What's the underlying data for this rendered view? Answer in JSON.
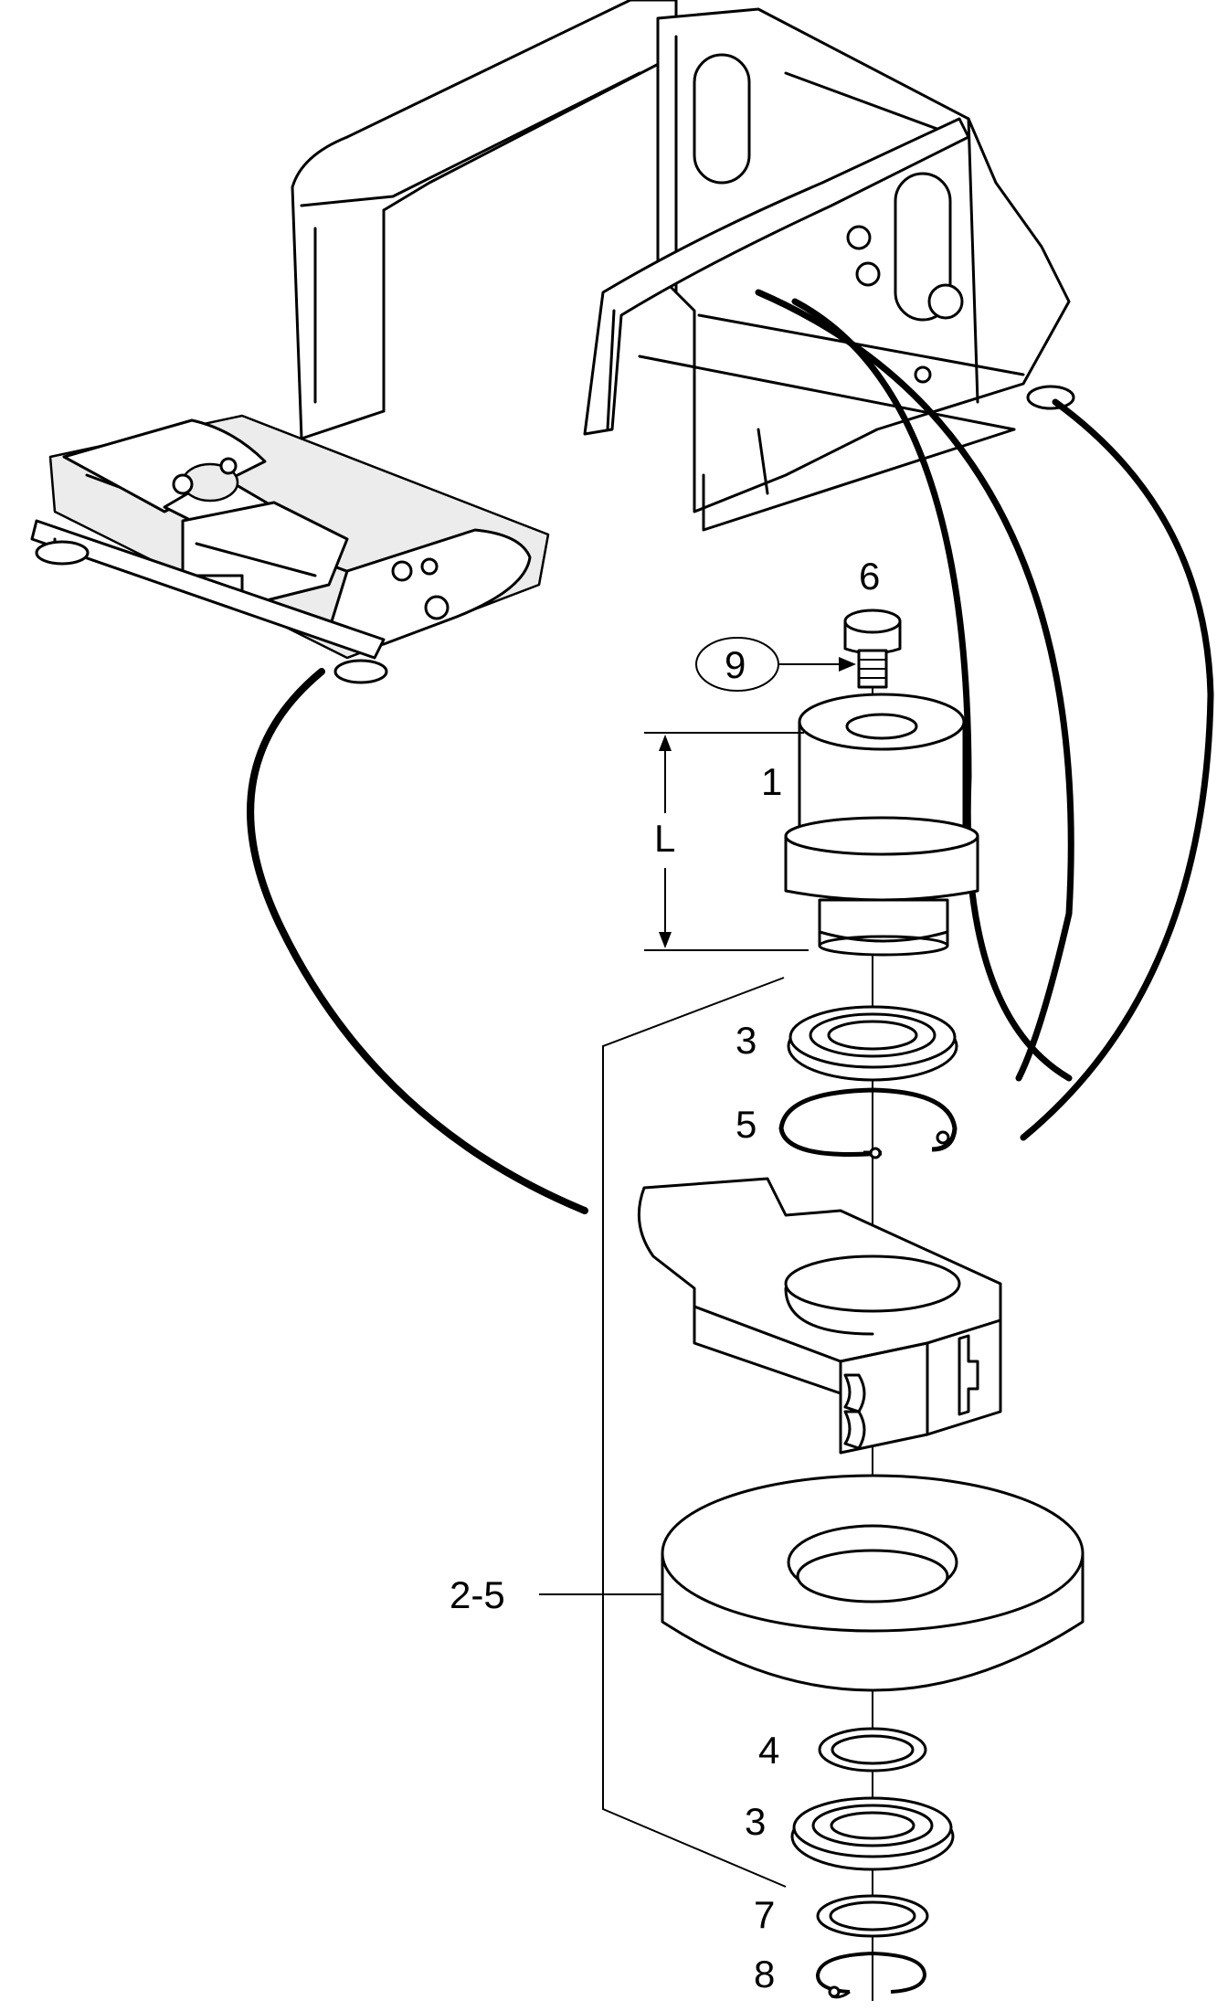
{
  "callouts": {
    "part_1": "1",
    "part_2_5": "2-5",
    "part_3_upper": "3",
    "part_3_lower": "3",
    "part_4": "4",
    "part_5": "5",
    "part_6": "6",
    "part_7": "7",
    "part_8": "8",
    "part_9": "9",
    "dimension_L": "L"
  }
}
